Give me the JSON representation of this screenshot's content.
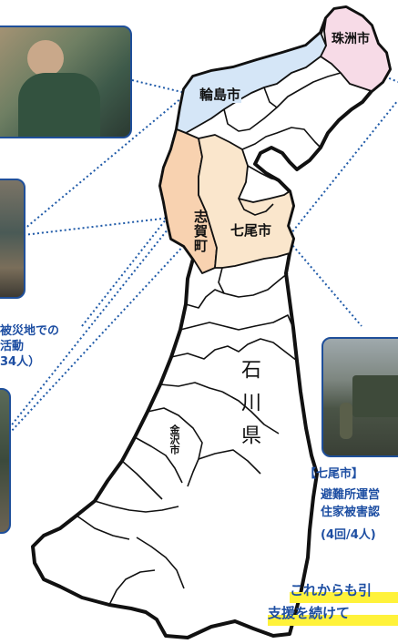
{
  "map": {
    "prefecture_label": "石川県",
    "city_labels": {
      "suzu": "珠洲市",
      "wajima": "輪島市",
      "shika": "志賀町",
      "nanao": "七尾市",
      "kanazawa": "金沢市"
    },
    "region_colors": {
      "suzu": "#f7dbe7",
      "wajima": "#d5e6f7",
      "shika": "#f8d2b0",
      "nanao": "#fae6cc",
      "other": "#ffffff",
      "outline": "#111111",
      "leader_line": "#1f5aa8"
    }
  },
  "left_caption": {
    "line1": "被災地での",
    "line2": "活動",
    "line3": "34人）"
  },
  "nanao_caption": {
    "heading": "【七尾市】",
    "line1": "避難所運営",
    "line2": "住家被害認",
    "line3": "(4回/4人)"
  },
  "footer": {
    "line1": "これからも引",
    "line2": "支援を続けて"
  },
  "icons": [
    "photo-volunteer",
    "photo-disaster-site",
    "photo-shelter",
    "photo-nanao-vehicle"
  ]
}
